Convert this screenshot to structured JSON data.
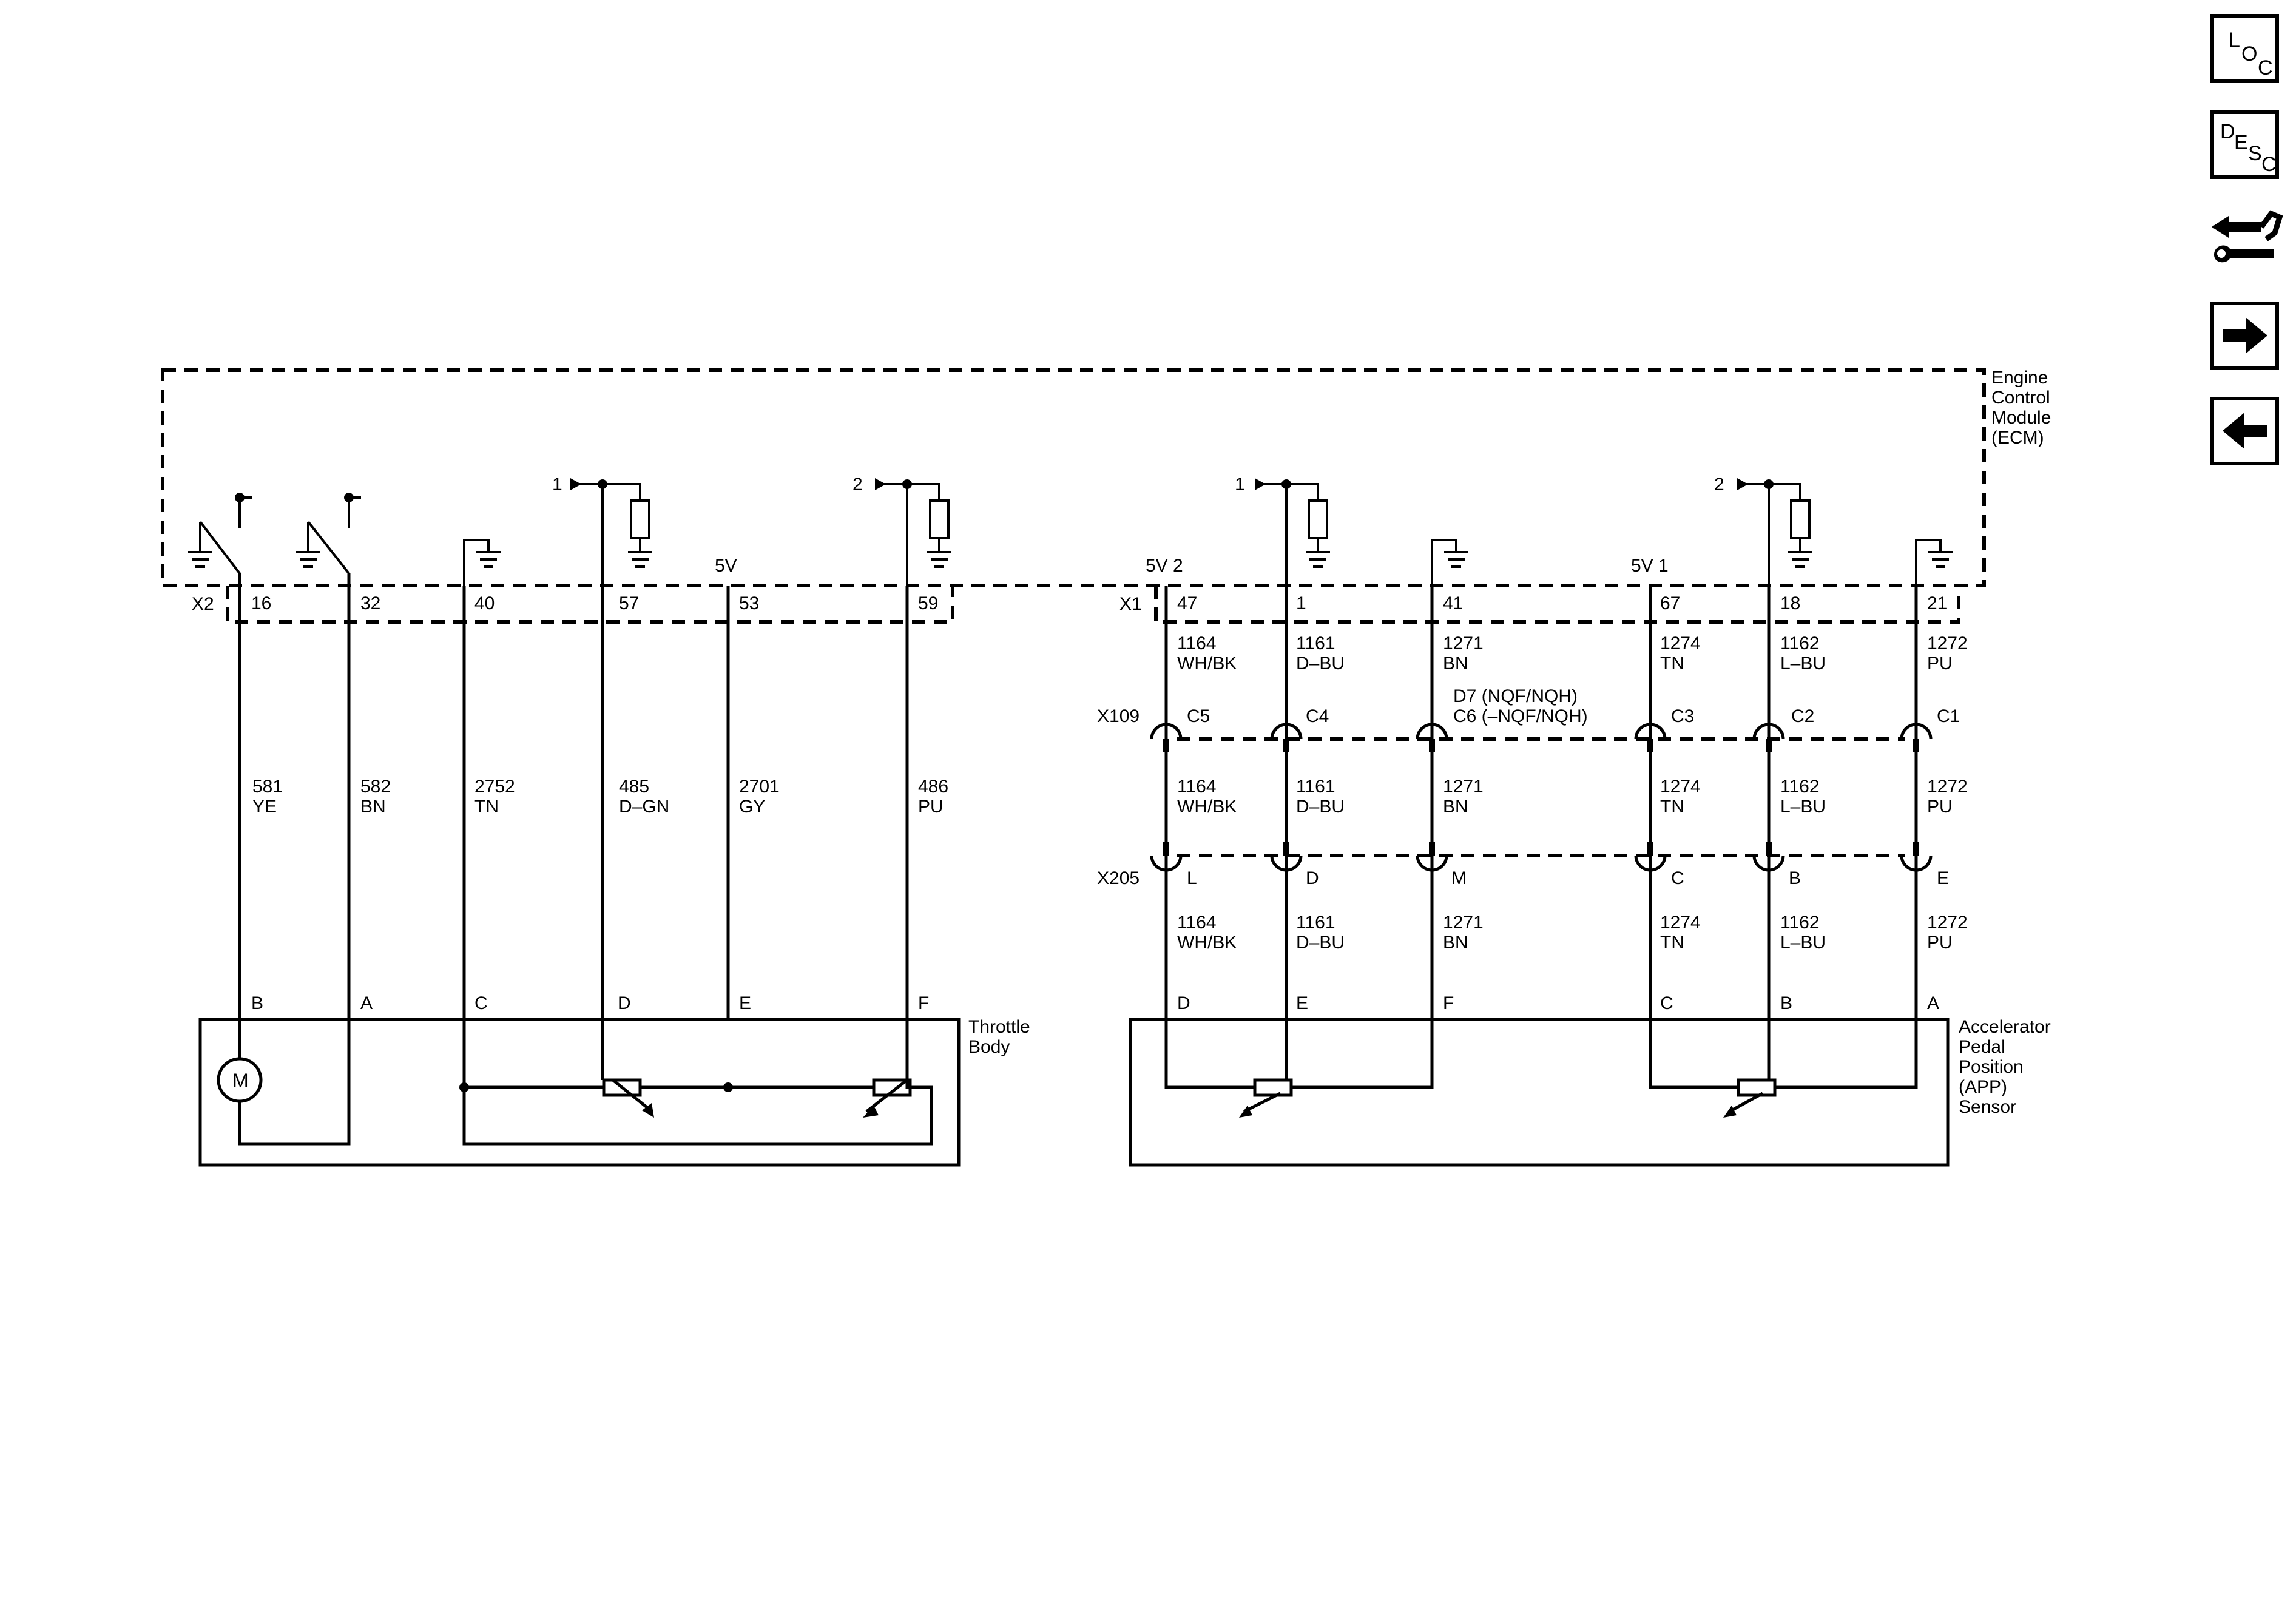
{
  "nav": {
    "loc": {
      "c1": "L",
      "c2": "O",
      "c3": "C"
    },
    "desc": {
      "c1": "D",
      "c2": "E",
      "c3": "S",
      "c4": "C"
    },
    "icons": [
      "connector-tool-icon",
      "arrow-right-icon",
      "arrow-left-icon"
    ]
  },
  "ecm": {
    "name_lines": [
      "Engine",
      "Control",
      "Module",
      "(ECM)"
    ]
  },
  "throttle": {
    "connector": "X2",
    "name_lines": [
      "Throttle",
      "Body"
    ],
    "supply_label": "5V",
    "refs": [
      "1",
      "2"
    ],
    "pins": [
      {
        "ecm_pin": "16",
        "circuit": "581",
        "color": "YE",
        "pin": "B"
      },
      {
        "ecm_pin": "32",
        "circuit": "582",
        "color": "BN",
        "pin": "A"
      },
      {
        "ecm_pin": "40",
        "circuit": "2752",
        "color": "TN",
        "pin": "C"
      },
      {
        "ecm_pin": "57",
        "circuit": "485",
        "color": "D–GN",
        "pin": "D"
      },
      {
        "ecm_pin": "53",
        "circuit": "2701",
        "color": "GY",
        "pin": "E"
      },
      {
        "ecm_pin": "59",
        "circuit": "486",
        "color": "PU",
        "pin": "F"
      }
    ],
    "motor": "M"
  },
  "app": {
    "connector": "X1",
    "name_lines": [
      "Accelerator",
      "Pedal",
      "Position",
      "(APP)",
      "Sensor"
    ],
    "refs": [
      "1",
      "2"
    ],
    "x109": "X109",
    "x205": "X205",
    "c6_note": [
      "D7 (NQF/NQH)",
      "C6 (–NQF/NQH)"
    ],
    "pins": [
      {
        "ecm_pin": "47",
        "supply": "5V 2",
        "circuit": "1164",
        "color": "WH/BK",
        "x109": "C5",
        "x205": "L",
        "pin": "D"
      },
      {
        "ecm_pin": "1",
        "supply": "",
        "circuit": "1161",
        "color": "D–BU",
        "x109": "C4",
        "x205": "D",
        "pin": "E"
      },
      {
        "ecm_pin": "41",
        "supply": "",
        "circuit": "1271",
        "color": "BN",
        "x109": "",
        "x205": "M",
        "pin": "F"
      },
      {
        "ecm_pin": "67",
        "supply": "5V 1",
        "circuit": "1274",
        "color": "TN",
        "x109": "C3",
        "x205": "C",
        "pin": "C"
      },
      {
        "ecm_pin": "18",
        "supply": "",
        "circuit": "1162",
        "color": "L–BU",
        "x109": "C2",
        "x205": "B",
        "pin": "B"
      },
      {
        "ecm_pin": "21",
        "supply": "",
        "circuit": "1272",
        "color": "PU",
        "x109": "C1",
        "x205": "E",
        "pin": "A"
      }
    ]
  }
}
